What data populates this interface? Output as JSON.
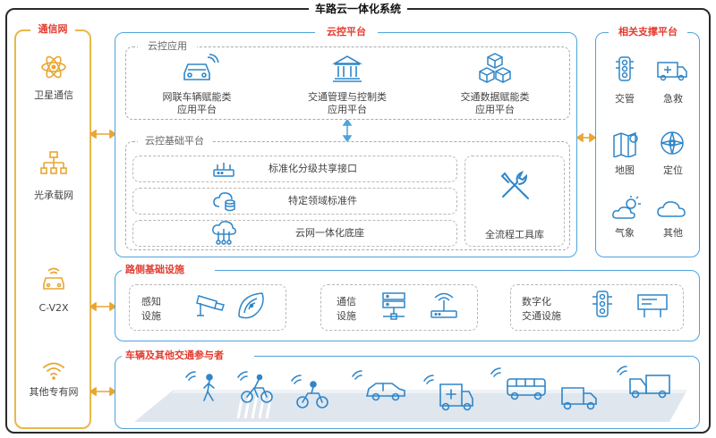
{
  "title": "车路云一体化系统",
  "comm_net": {
    "title": "通信网",
    "items": [
      "卫星通信",
      "光承载网",
      "C-V2X",
      "其他专有网"
    ]
  },
  "cloud": {
    "title": "云控平台",
    "apps": {
      "title": "云控应用",
      "items": [
        {
          "line1": "网联车辆赋能类",
          "line2": "应用平台"
        },
        {
          "line1": "交通管理与控制类",
          "line2": "应用平台"
        },
        {
          "line1": "交通数据赋能类",
          "line2": "应用平台"
        }
      ]
    },
    "base": {
      "title": "云控基础平台",
      "rows": [
        "标准化分级共享接口",
        "特定领域标准件",
        "云网一体化底座"
      ],
      "tools": "全流程工具库"
    }
  },
  "support": {
    "title": "相关支撑平台",
    "items": [
      "交管",
      "急救",
      "地图",
      "定位",
      "气象",
      "其他"
    ]
  },
  "roadside": {
    "title": "路侧基础设施",
    "groups": [
      {
        "line1": "感知",
        "line2": "设施"
      },
      {
        "line1": "通信",
        "line2": "设施"
      },
      {
        "line1": "数字化",
        "line2": "交通设施"
      }
    ]
  },
  "vehicles": {
    "title": "车辆及其他交通参与者"
  },
  "colors": {
    "accent_red": "#e23b2e",
    "gold": "#e8b84a",
    "blue": "#4fa3dc",
    "icon_blue": "#2e86c9"
  }
}
